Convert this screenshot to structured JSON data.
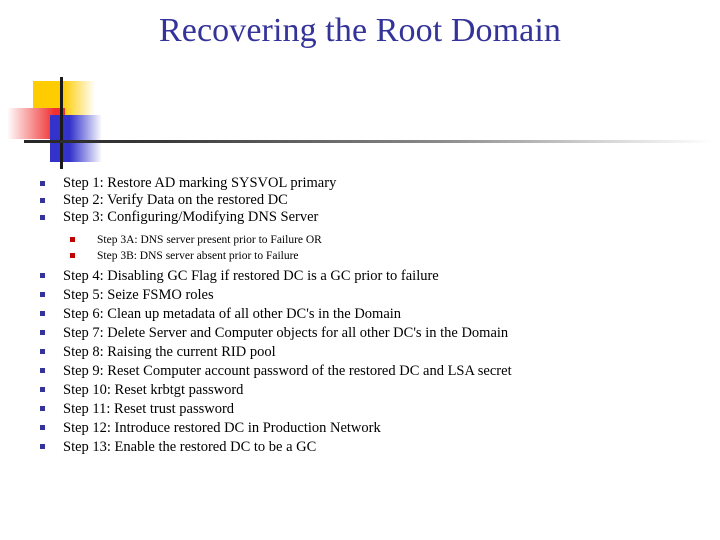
{
  "slide": {
    "title": "Recovering the Root Domain",
    "colors": {
      "title": "#333399",
      "bullet_level1": "#333399",
      "bullet_level2": "#C00000",
      "deco_yellow": "#FFCC00",
      "deco_red": "#F03030",
      "deco_blue": "#3333CC",
      "deco_line": "#1a1a1a",
      "body_text": "#000000",
      "background": "#FFFFFF"
    },
    "decoration": {
      "yellow_square_name": "yellow-square",
      "red_square_name": "red-square",
      "blue_square_name": "blue-square",
      "vertical_rule_name": "vertical-rule",
      "horizontal_rule_name": "horizontal-rule"
    },
    "bullets": [
      {
        "level": 1,
        "text": "Step 1: Restore AD marking SYSVOL primary"
      },
      {
        "level": 1,
        "text": "Step 2: Verify Data on the restored DC"
      },
      {
        "level": 1,
        "text": "Step 3: Configuring/Modifying DNS Server"
      },
      {
        "level": 2,
        "text": "Step 3A: DNS server present prior to Failure OR"
      },
      {
        "level": 2,
        "text": "Step 3B: DNS server absent prior to Failure"
      },
      {
        "level": 1,
        "text": "Step 4: Disabling GC Flag if restored DC is a GC prior to failure"
      },
      {
        "level": 1,
        "text": "Step 5: Seize FSMO roles"
      },
      {
        "level": 1,
        "text": "Step 6: Clean up metadata of all other DC's in the Domain"
      },
      {
        "level": 1,
        "text": "Step 7: Delete Server and Computer objects for all other DC's in the Domain"
      },
      {
        "level": 1,
        "text": "Step 8: Raising the current RID pool"
      },
      {
        "level": 1,
        "text": "Step 9: Reset Computer account password of the restored DC and LSA secret"
      },
      {
        "level": 1,
        "text": "Step 10: Reset krbtgt password"
      },
      {
        "level": 1,
        "text": "Step 11: Reset trust password"
      },
      {
        "level": 1,
        "text": "Step 12: Introduce restored DC in Production Network"
      },
      {
        "level": 1,
        "text": "Step 13: Enable the restored DC to be a GC"
      }
    ]
  }
}
